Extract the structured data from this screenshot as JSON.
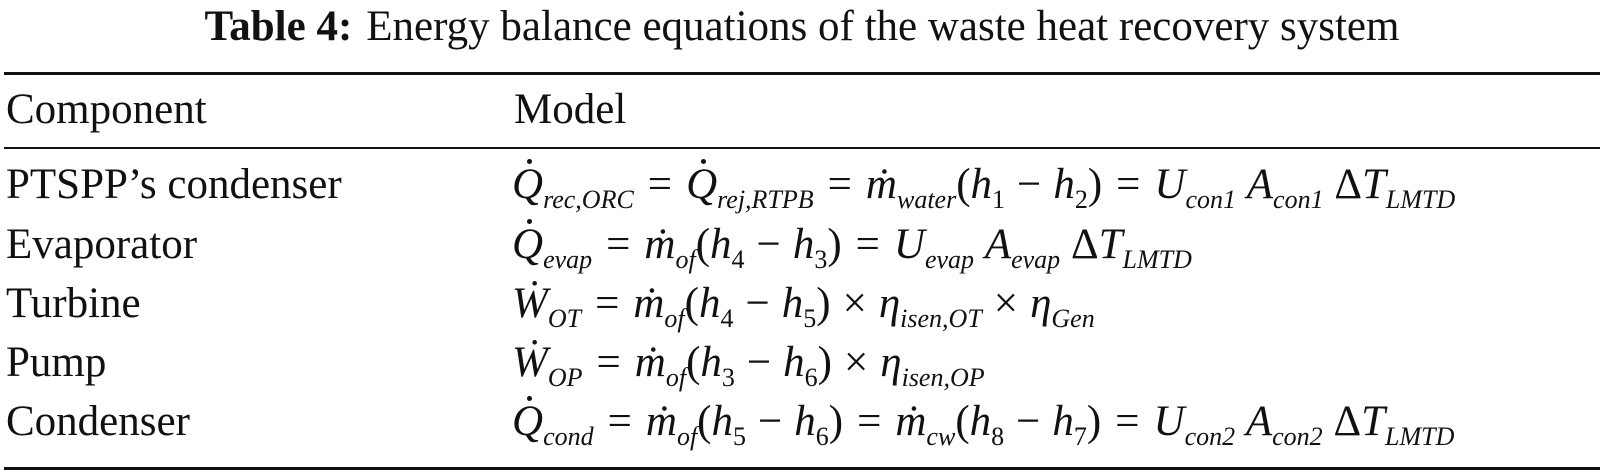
{
  "caption": {
    "label": "Table 4:",
    "text": "Energy balance equations of the waste heat recovery system"
  },
  "table": {
    "headers": [
      "Component",
      "Model"
    ],
    "rows": [
      {
        "component": "PTSPP’s condenser",
        "model": "Q̇_{rec,ORC} = Q̇_{rej,RTPB} = ṁ_{water} (h_1 − h_2) = U_{con1} A_{con1} ΔT_{LMTD}"
      },
      {
        "component": "Evaporator",
        "model": "Q̇_{evap} = ṁ_{of} (h_4 − h_3) = U_{evap} A_{evap} ΔT_{LMTD}"
      },
      {
        "component": "Turbine",
        "model": "Ẇ_{OT} = ṁ_{of} (h_4 − h_5) × η_{isen,OT} × η_{Gen}"
      },
      {
        "component": "Pump",
        "model": "Ẇ_{OP} = ṁ_{of} (h_3 − h_6) × η_{isen,OP}"
      },
      {
        "component": "Condenser",
        "model": "Q̇_{cond} = ṁ_{of} (h_5 − h_6) = ṁ_{cw} (h_8 − h_7) = U_{con2} A_{con2} ΔT_{LMTD}"
      }
    ]
  }
}
